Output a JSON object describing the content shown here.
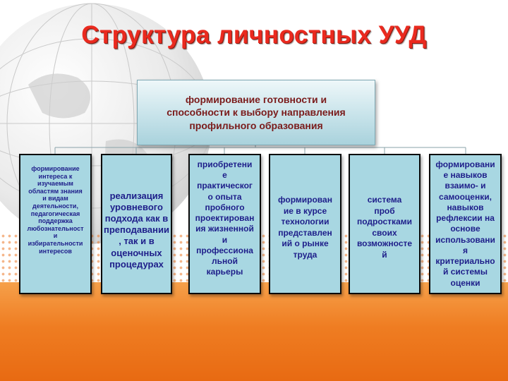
{
  "title": "Структура личностных УУД",
  "top_box": {
    "text": "формирование готовности и\nспособности к выбору направления\nпрофильного образования"
  },
  "boxes": [
    {
      "text": "формирование\nинтереса к\nизучаемым\nобластям знания\nи видам\nдеятельности,\nпедагогическая\nподдержка\nлюбознательност\nи\nизбирательности\nинтересов"
    },
    {
      "text": "реализация\nуровневого\nподхода как в\nпреподавании\n, так и в\nоценочных\nпроцедурах"
    },
    {
      "text": "приобретени\nе\nпрактическог\nо опыта\nпробного\nпроектирован\nия жизненной\nи\nпрофессиона\nльной\nкарьеры"
    },
    {
      "text": "формирован\nие в курсе\nтехнологии\nпредставлен\nий о рынке\nтруда"
    },
    {
      "text": "система\nпроб\nподростками\nсвоих\nвозможносте\nй"
    },
    {
      "text": "формировани\nе навыков\nвзаимо- и\nсамооценки,\nнавыков\nрефлексии на\nоснове\nиспользовани\nя\nкритериально\nй системы\nоценки"
    }
  ],
  "colors": {
    "title": "#ea2a1f",
    "top_box_text": "#7a1b1b",
    "box_text": "#1e1e8a",
    "box_fill": "#a8d7e2",
    "accent_orange": "#ef7d22"
  }
}
